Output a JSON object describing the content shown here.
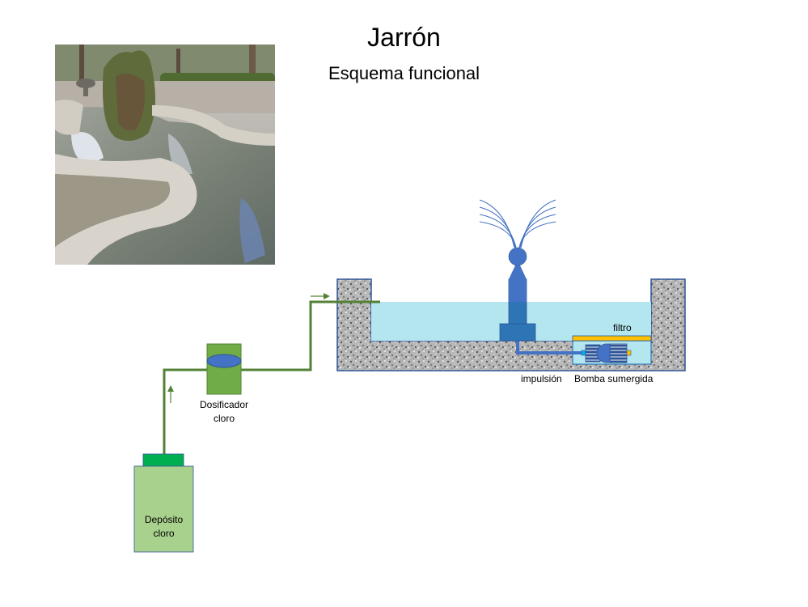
{
  "header": {
    "title": "Jarrón",
    "subtitle": "Esquema funcional"
  },
  "photo": {
    "description": "Photograph of a park fountain with a moss-covered rock centerpiece and rocky-edged pond"
  },
  "labels": {
    "filter": "filtro",
    "impulsion": "impulsión",
    "pump": "Bomba sumergida",
    "dosifier_line1": "Dosificador",
    "dosifier_line2": "cloro",
    "tank_line1": "Depósito",
    "tank_line2": "cloro"
  },
  "colors": {
    "pipe_green": "#538135",
    "dosifier_green": "#70ad47",
    "tank_green": "#a9d18e",
    "tank_cap": "#00b050",
    "water": "#b4e6f0",
    "nozzle_blue": "#4472c4",
    "base_blue": "#2e75b6",
    "filter_yellow": "#ffc000",
    "basin_border": "#2f5597"
  }
}
